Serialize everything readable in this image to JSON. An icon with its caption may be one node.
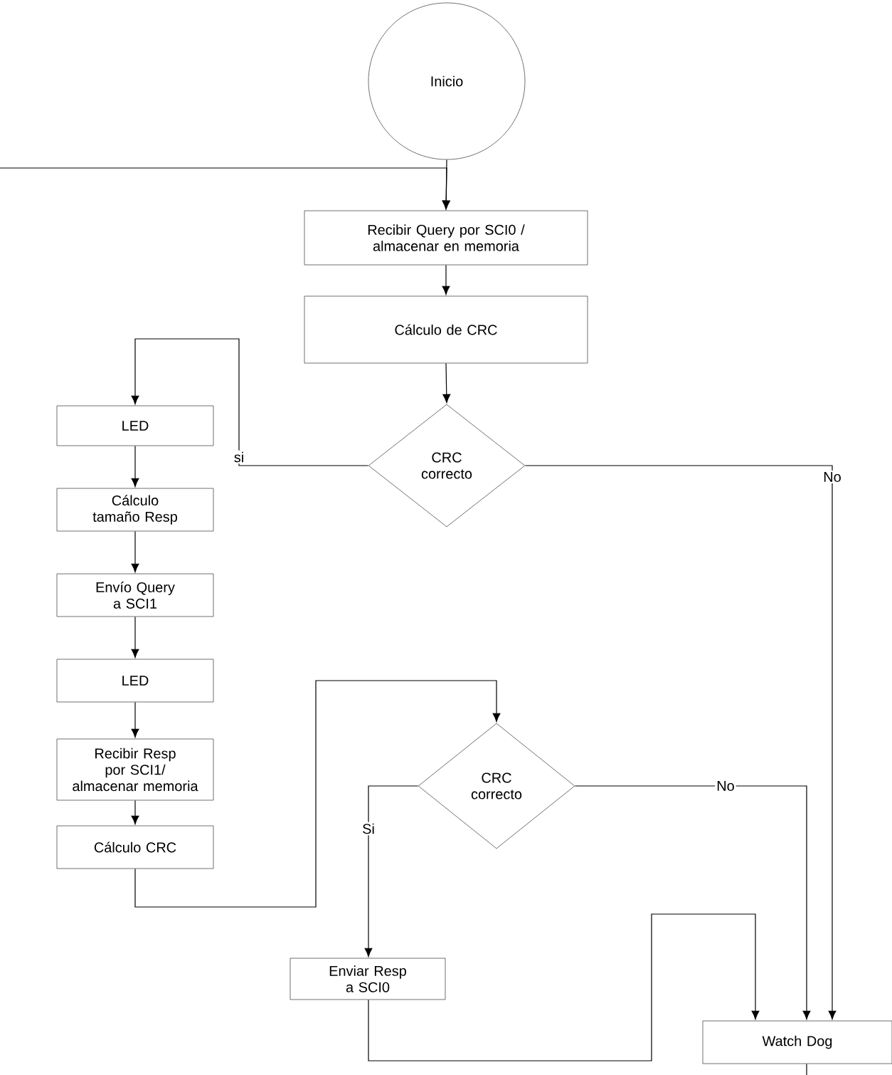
{
  "diagram": {
    "nodes": [
      {
        "text": [
          "Inicio"
        ]
      },
      {
        "text": [
          "Recibir Query por SCI0 / almacenar en memoria"
        ]
      },
      {
        "text": [
          "Cálculo de CRC"
        ]
      },
      {
        "text": [
          "CRC correcto"
        ]
      },
      {
        "text": [
          "LED"
        ]
      },
      {
        "text": [
          "Cálculo tamaño Resp"
        ]
      },
      {
        "text": [
          "Envío Query a SCI1"
        ]
      },
      {
        "text": [
          "LED"
        ]
      },
      {
        "text": [
          "Recibir Resp por SCI1/ almacenar memoria"
        ]
      },
      {
        "text": [
          "Cálculo CRC"
        ]
      },
      {
        "text": [
          "CRC correcto"
        ]
      },
      {
        "text": [
          "Enviar Resp a SCI0"
        ]
      },
      {
        "text": [
          "Watch Dog"
        ]
      }
    ],
    "edges": [
      {
        "from": 0,
        "to": 1,
        "arrow": "to"
      },
      {
        "from": null,
        "to": 1,
        "arrow": "to"
      },
      {
        "from": 1,
        "to": 2,
        "arrow": "to"
      },
      {
        "from": 2,
        "to": 3,
        "arrow": "to"
      },
      {
        "from": 3,
        "to": 4,
        "arrow": "to",
        "label": "si"
      },
      {
        "from": 3,
        "to": 12,
        "arrow": "to",
        "label": "No"
      },
      {
        "from": 4,
        "to": 5,
        "arrow": "to"
      },
      {
        "from": 5,
        "to": 6,
        "arrow": "to"
      },
      {
        "from": 6,
        "to": 7,
        "arrow": "to"
      },
      {
        "from": 7,
        "to": 8,
        "arrow": "to"
      },
      {
        "from": 8,
        "to": 9,
        "arrow": "to"
      },
      {
        "from": 9,
        "to": 10,
        "arrow": "to"
      },
      {
        "from": 10,
        "to": 11,
        "arrow": "to",
        "label": "Si"
      },
      {
        "from": 10,
        "to": 12,
        "arrow": "to",
        "label": "No"
      },
      {
        "from": 11,
        "to": 12,
        "arrow": "to"
      },
      {
        "from": 12,
        "to": null,
        "arrow": "none"
      }
    ]
  }
}
